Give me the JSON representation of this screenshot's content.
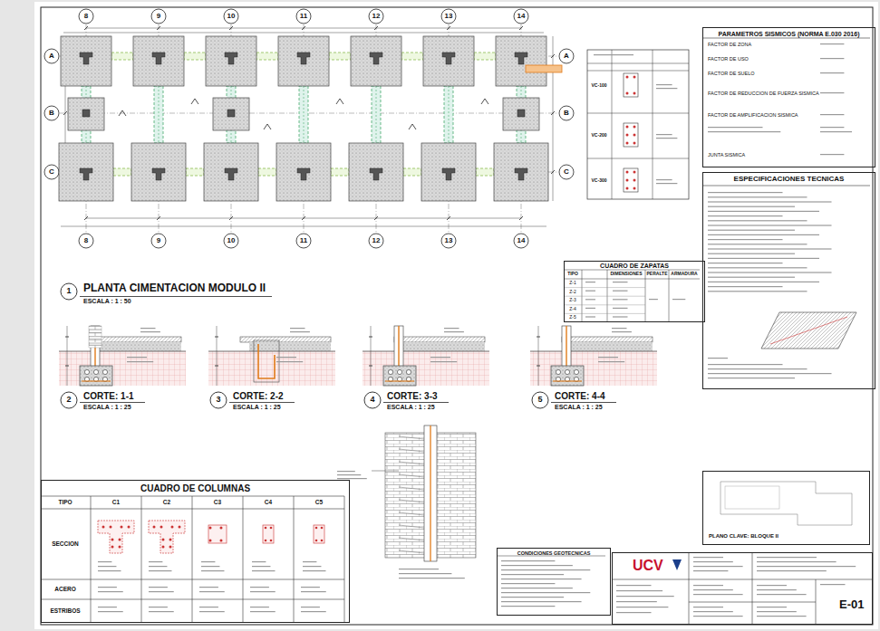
{
  "diagram": {
    "nodes": [
      {
        "text": [
          "PARAMETROS SISMICOS (NORMA E.030 2016)"
        ]
      },
      {
        "text": [
          "ESPECIFICACIONES TECNICAS"
        ]
      },
      {
        "text": [
          "CUADRO DE ZAPATAS"
        ]
      },
      {
        "text": [
          "CUADRO DE COLUMNAS"
        ]
      },
      {
        "text": [
          "PLANO CLAVE: BLOQUE II"
        ]
      },
      {
        "text": [
          "CONDICIONES GEOTECNICAS"
        ]
      },
      {
        "text": [
          "UCV",
          "E-01"
        ]
      }
    ],
    "labels": [
      "8",
      "9",
      "10",
      "11",
      "12",
      "13",
      "14",
      "8",
      "9",
      "10",
      "11",
      "12",
      "13",
      "14",
      "A",
      "B",
      "C",
      "A",
      "B",
      "C",
      "1",
      "PLANTA CIMENTACION MODULO II",
      "ESCALA : 1 : 50",
      "2",
      "CORTE: 1-1",
      "ESCALA : 1 : 25",
      "3",
      "CORTE: 2-2",
      "ESCALA : 1 : 25",
      "4",
      "CORTE: 3-3",
      "ESCALA : 1 : 25",
      "5",
      "CORTE: 4-4",
      "ESCALA : 1 : 25",
      "TIPO",
      "C1",
      "C2",
      "C3",
      "C4",
      "C5",
      "SECCION",
      "ACERO",
      "ESTRIBOS",
      "TIPO",
      "DIMENSIONES",
      "PERALTE",
      "ARMADURA",
      "Z-1",
      "Z-2",
      "Z-3",
      "Z-4",
      "Z-5",
      "VC-100",
      "VC-200",
      "VC-300",
      "FACTOR DE ZONA",
      "FACTOR DE USO",
      "FACTOR DE SUELO",
      "FACTOR DE REDUCCION DE FUERZA SISMICA",
      "FACTOR DE AMPLIFICACION SISMICA",
      "JUNTA SISMICA"
    ]
  }
}
